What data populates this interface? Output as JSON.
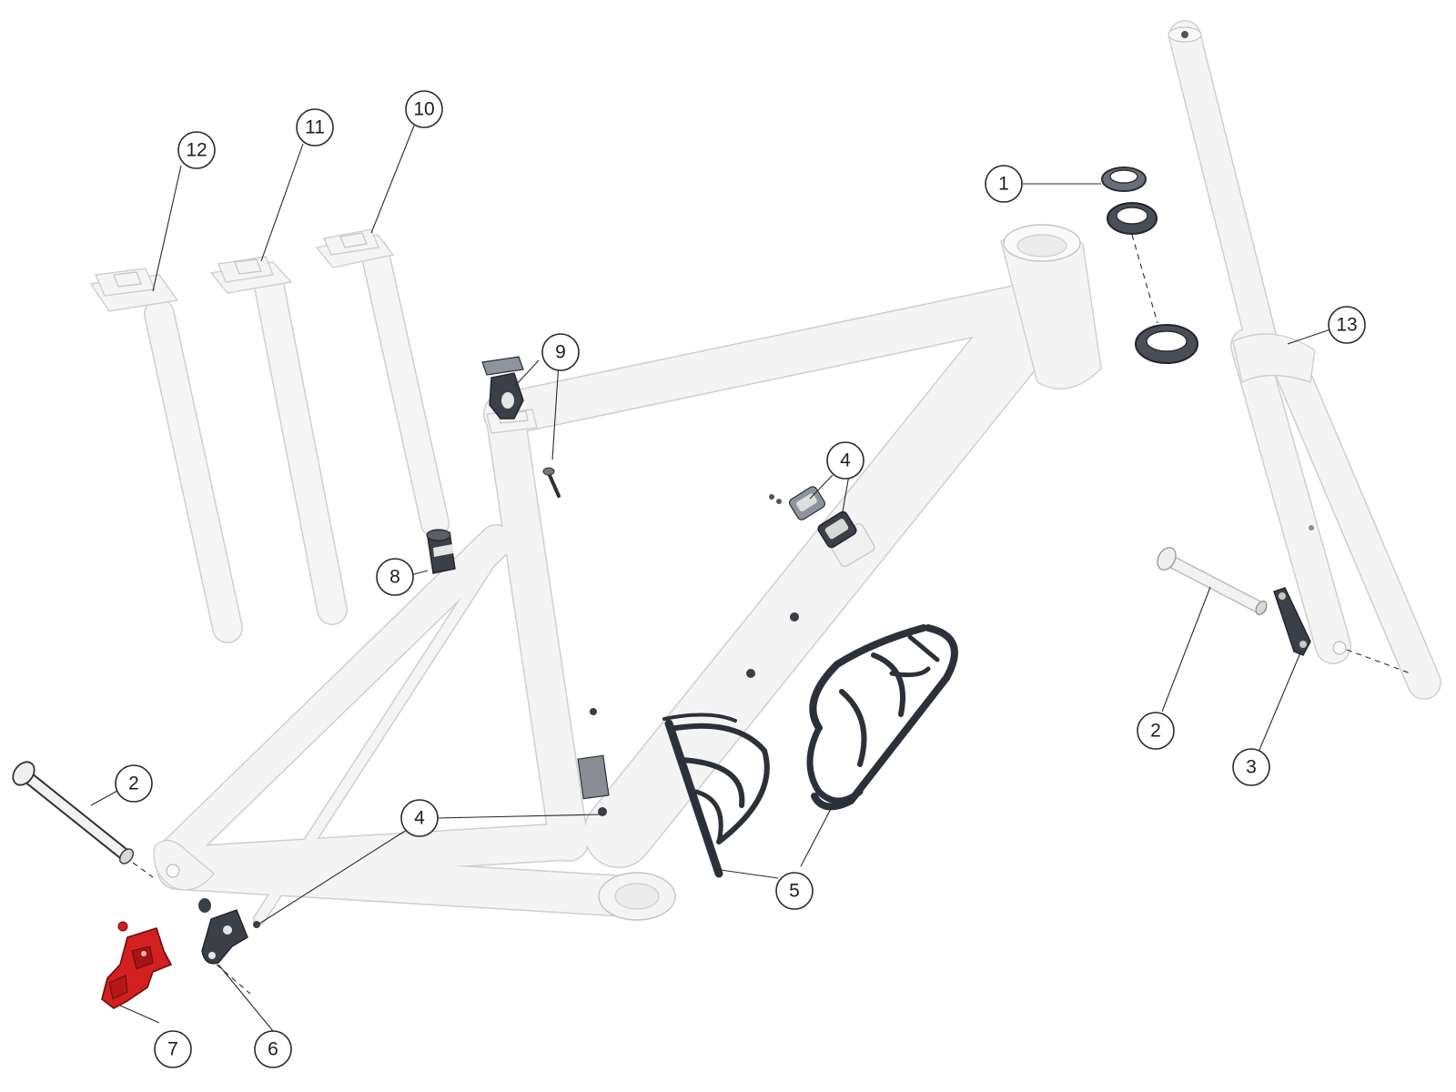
{
  "colors": {
    "frame": "#f4f4f4",
    "frame_outline": "#cfcfcf",
    "dark_part": "#3b3f47",
    "highlight_part": "#d21f1f",
    "callout": "#2a2a2a"
  },
  "callouts": [
    {
      "id": "1",
      "label": "1"
    },
    {
      "id": "2a",
      "label": "2"
    },
    {
      "id": "2b",
      "label": "2"
    },
    {
      "id": "3",
      "label": "3"
    },
    {
      "id": "4a",
      "label": "4"
    },
    {
      "id": "4b",
      "label": "4"
    },
    {
      "id": "5",
      "label": "5"
    },
    {
      "id": "6",
      "label": "6"
    },
    {
      "id": "7",
      "label": "7"
    },
    {
      "id": "8",
      "label": "8"
    },
    {
      "id": "9",
      "label": "9"
    },
    {
      "id": "10",
      "label": "10"
    },
    {
      "id": "11",
      "label": "11"
    },
    {
      "id": "12",
      "label": "12"
    },
    {
      "id": "13",
      "label": "13"
    }
  ],
  "highlighted_part": "7"
}
